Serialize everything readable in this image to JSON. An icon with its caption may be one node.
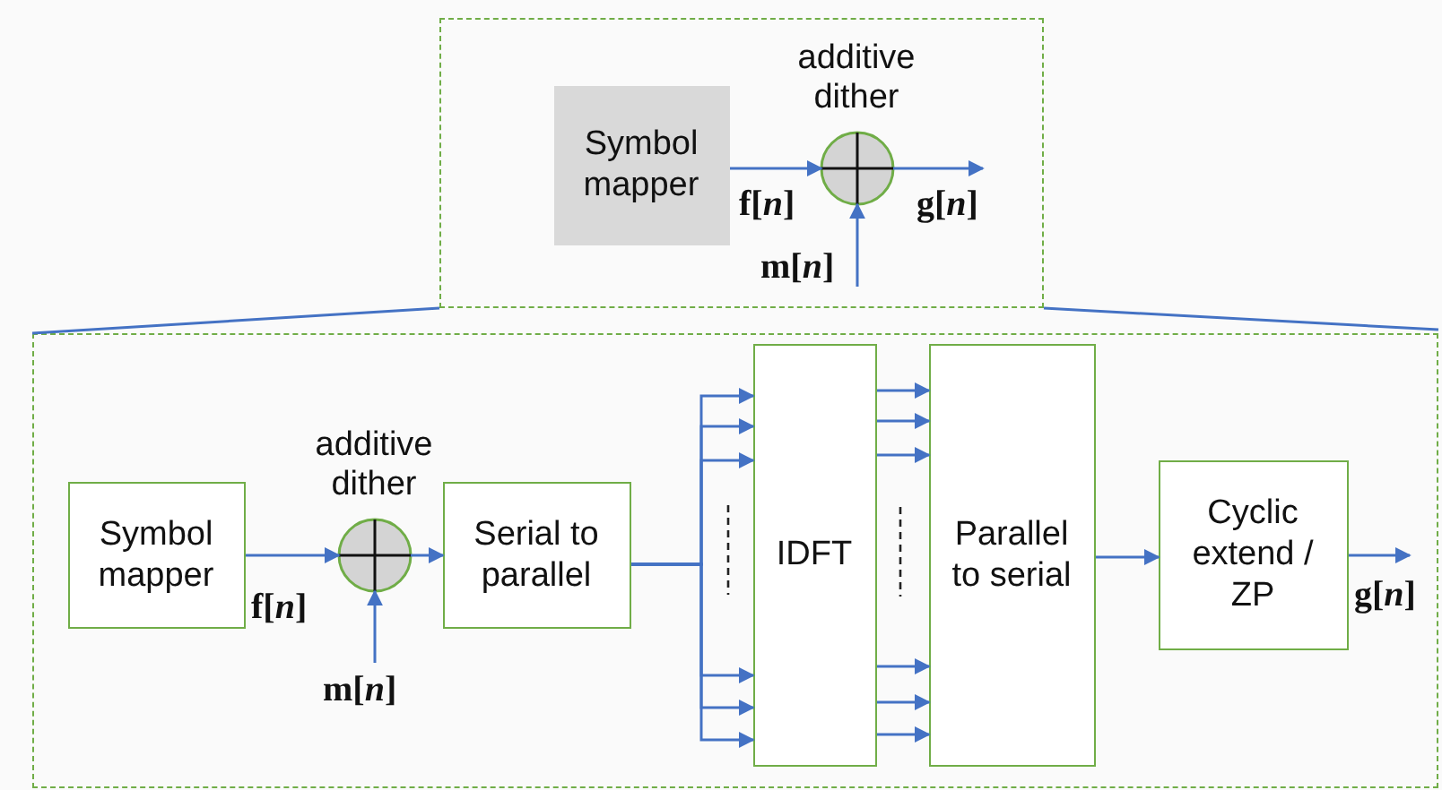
{
  "diagram": {
    "nodes": [
      {
        "text": [],
        "shape": "box"
      },
      {
        "text": [
          "Symbol mapper"
        ],
        "in": 0
      },
      {
        "text": [
          "additive dither"
        ],
        "in": 0
      },
      {
        "text": [],
        "shape": "box"
      },
      {
        "text": [
          "Symbol mapper"
        ],
        "in": 3
      },
      {
        "text": [
          "additive dither"
        ],
        "in": 3
      },
      {
        "text": [
          "Serial to parallel"
        ],
        "in": 3
      },
      {
        "text": [
          "IDFT"
        ],
        "in": 3
      },
      {
        "text": [
          "Parallel to serial"
        ],
        "in": 3
      },
      {
        "text": [
          "Cyclic extend / ZP"
        ],
        "in": 3
      }
    ],
    "edges": [
      {
        "from": 1,
        "to": 2,
        "arrow": "to",
        "label": "f[*n*]"
      },
      {
        "from": null,
        "to": 2,
        "arrow": "to",
        "label": "m[*n*]"
      },
      {
        "from": 2,
        "to": null,
        "arrow": "to",
        "label": "g[*n*]"
      },
      {
        "from": 4,
        "to": 5,
        "arrow": "to",
        "label": "f[*n*]"
      },
      {
        "from": null,
        "to": 5,
        "arrow": "to",
        "label": "m[*n*]"
      },
      {
        "from": 5,
        "to": 6,
        "arrow": "to"
      },
      {
        "from": 6,
        "to": 7,
        "arrow": "to"
      },
      {
        "from": 6,
        "to": 7,
        "arrow": "to"
      },
      {
        "from": 6,
        "to": 7,
        "arrow": "to"
      },
      {
        "from": 6,
        "to": 7,
        "arrow": "to"
      },
      {
        "from": 6,
        "to": 7,
        "arrow": "to"
      },
      {
        "from": 6,
        "to": 7,
        "arrow": "to"
      },
      {
        "from": 7,
        "to": 8,
        "arrow": "to"
      },
      {
        "from": 7,
        "to": 8,
        "arrow": "to"
      },
      {
        "from": 7,
        "to": 8,
        "arrow": "to"
      },
      {
        "from": 7,
        "to": 8,
        "arrow": "to"
      },
      {
        "from": 7,
        "to": 8,
        "arrow": "to"
      },
      {
        "from": 7,
        "to": 8,
        "arrow": "to"
      },
      {
        "from": 8,
        "to": 9,
        "arrow": "to"
      },
      {
        "from": 9,
        "to": null,
        "arrow": "to",
        "label": "g[*n*]"
      },
      {
        "from": 0,
        "to": 3,
        "arrow": "none"
      },
      {
        "from": 0,
        "to": 3,
        "arrow": "none"
      }
    ]
  }
}
